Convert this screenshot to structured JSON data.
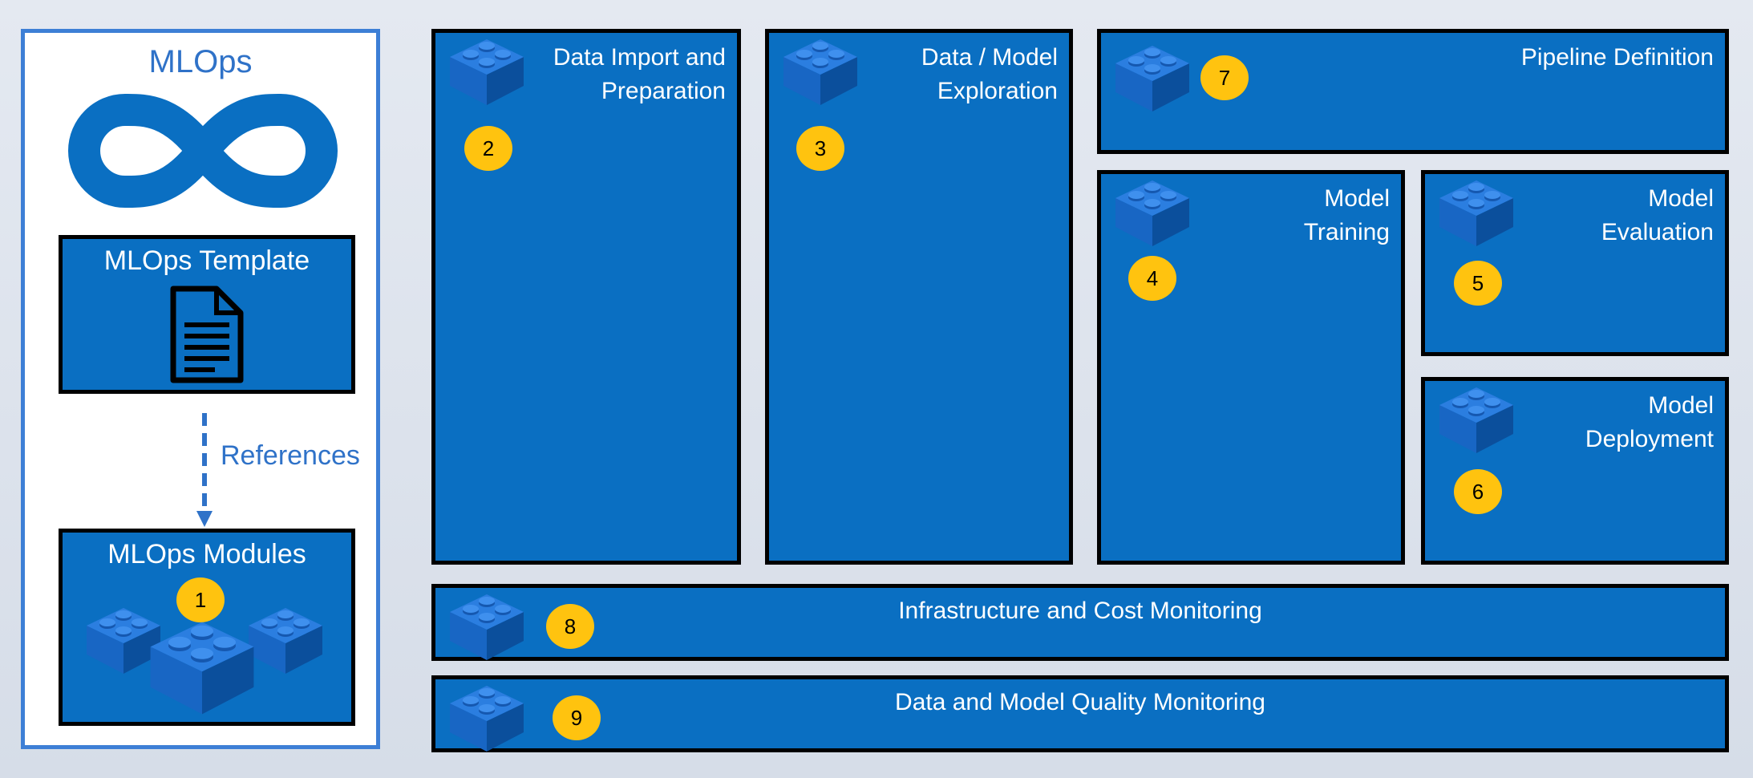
{
  "left": {
    "title": "MLOps",
    "template_label": "MLOps Template",
    "references_label": "References",
    "modules_label": "MLOps Modules",
    "modules_badge": "1"
  },
  "tiles": [
    {
      "label": "Data Import and\nPreparation",
      "badge": "2"
    },
    {
      "label": "Data / Model\nExploration",
      "badge": "3"
    },
    {
      "label": "Pipeline Definition",
      "badge": "7"
    },
    {
      "label": "Model\nTraining",
      "badge": "4"
    },
    {
      "label": "Model\nEvaluation",
      "badge": "5"
    },
    {
      "label": "Model\nDeployment",
      "badge": "6"
    },
    {
      "label": "Infrastructure and Cost Monitoring",
      "badge": "8"
    },
    {
      "label": "Data and Model Quality Monitoring",
      "badge": "9"
    }
  ],
  "colors": {
    "tile_blue": "#0a6fc2",
    "badge_yellow": "#ffc30f",
    "accent_blue": "#2f72c8",
    "panel_border": "#3d7fd6"
  },
  "icons": [
    "infinity-icon",
    "document-icon",
    "lego-brick-icon"
  ]
}
